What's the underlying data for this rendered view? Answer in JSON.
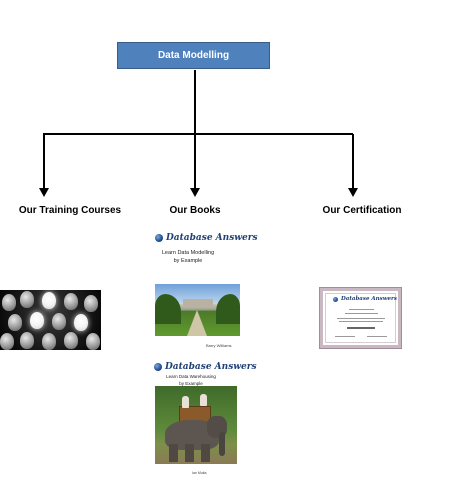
{
  "root": {
    "label": "Data Modelling"
  },
  "branches": [
    {
      "label": "Our Training Courses"
    },
    {
      "label": "Our Books"
    },
    {
      "label": "Our Certification"
    }
  ],
  "books": [
    {
      "brand": "Database Answers",
      "title_line1": "Learn Data Modelling",
      "title_line2": "by Example",
      "author": "Barry Williams"
    },
    {
      "brand": "Database Answers",
      "title_line1": "Learn Data Warehousing",
      "title_line2": "by Example",
      "author": "Ian Mutia"
    }
  ],
  "certificate": {
    "brand": "Database Answers"
  },
  "colors": {
    "root_fill": "#4f81bd",
    "root_border": "#385d8a",
    "connector": "#000000"
  }
}
